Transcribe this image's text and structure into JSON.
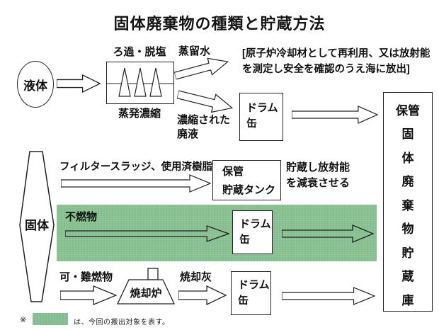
{
  "title": "固体廃棄物の種類と貯蔵方法",
  "colors": {
    "highlight_green": "#85ba8e",
    "line": "#222222"
  },
  "liquid_row": {
    "source_label": "液体",
    "filter_label": "ろ過・脱塩",
    "evaporation_label": "蒸発濃縮",
    "distilled_label": "蒸留水",
    "release_note": "[原子炉冷却材として再利用、又は放射能を測定し安全を確認のうえ海に放出]",
    "concentrated_label": "濃縮された廃液",
    "drum_label": "ドラム缶"
  },
  "solid_source_label": "固体",
  "sludge_row": {
    "flow_label": "フィルタースラッジ、使用済樹脂",
    "tank_label_line1": "保管",
    "tank_label_line2": "貯蔵タンク",
    "decay_note": "貯蔵し放射能を減衰させる"
  },
  "incombustible_row": {
    "flow_label": "不燃物",
    "drum_label": "ドラム缶"
  },
  "combustible_row": {
    "flow_label": "可・難燃物",
    "incinerator_label": "焼却炉",
    "ash_label": "焼却灰",
    "drum_label": "ドラム缶"
  },
  "storage_column": {
    "line1": "保管",
    "line2": "固体廃棄物貯蔵庫"
  },
  "footnote": {
    "marker": "※",
    "legend_text": "は、今回の搬出対象を表す。"
  }
}
